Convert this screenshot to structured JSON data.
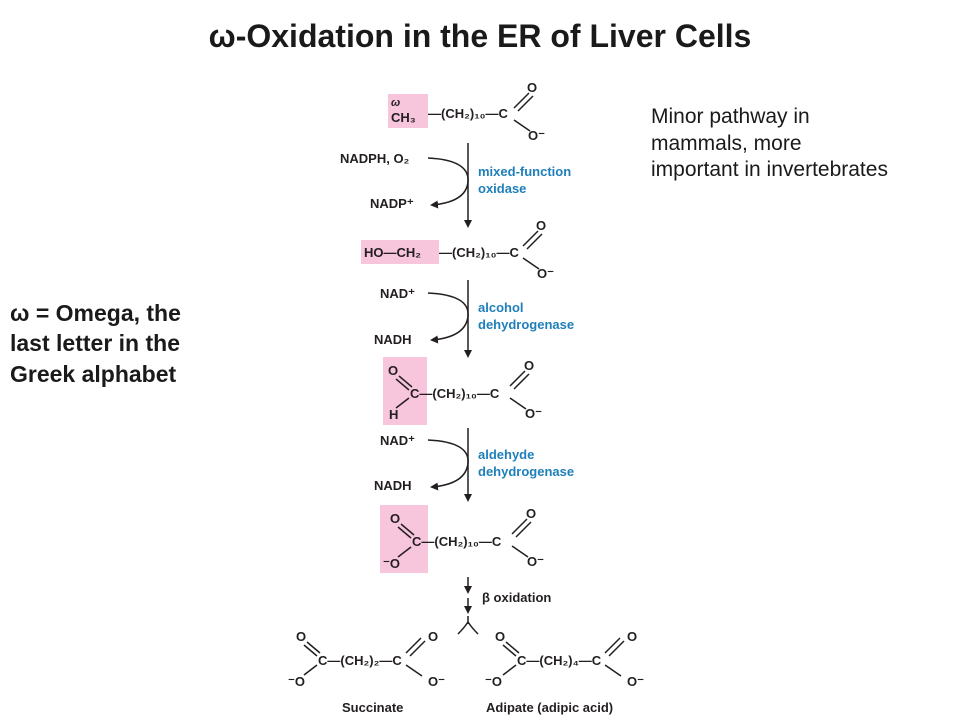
{
  "title": "ω-Oxidation in the ER of Liver Cells",
  "note_right": [
    "Minor pathway in",
    "mammals, more",
    "important in invertebrates"
  ],
  "note_left": [
    "ω = Omega, the",
    "last letter in the",
    "Greek alphabet"
  ],
  "colors": {
    "highlight": "#f7c5dc",
    "enzyme": "#1f7fba",
    "text": "#231f20"
  },
  "molecules": {
    "m1": {
      "omega": "ω",
      "group": "CH₃",
      "chain": "—(CH₂)₁₀—C"
    },
    "m2": {
      "group": "HO—CH₂",
      "chain": "—(CH₂)₁₀—C"
    },
    "m3": {
      "chain": "C—(CH₂)₁₀—C",
      "o": "O",
      "h": "H"
    },
    "m4": {
      "chain": "C—(CH₂)₁₀—C",
      "o": "O",
      "om": "⁻O"
    },
    "carboxyl": {
      "o": "O",
      "om": "O⁻"
    }
  },
  "steps": [
    {
      "in": "NADPH, O₂",
      "out": "NADP⁺",
      "enzyme": [
        "mixed-function",
        "oxidase"
      ]
    },
    {
      "in": "NAD⁺",
      "out": "NADH",
      "enzyme": [
        "alcohol",
        "dehydrogenase"
      ]
    },
    {
      "in": "NAD⁺",
      "out": "NADH",
      "enzyme": [
        "aldehyde",
        "dehydrogenase"
      ]
    }
  ],
  "beta": "β oxidation",
  "products": [
    {
      "name": "Succinate",
      "chain": "C—(CH₂)₂—C"
    },
    {
      "name": "Adipate (adipic acid)",
      "chain": "C—(CH₂)₄—C"
    }
  ]
}
